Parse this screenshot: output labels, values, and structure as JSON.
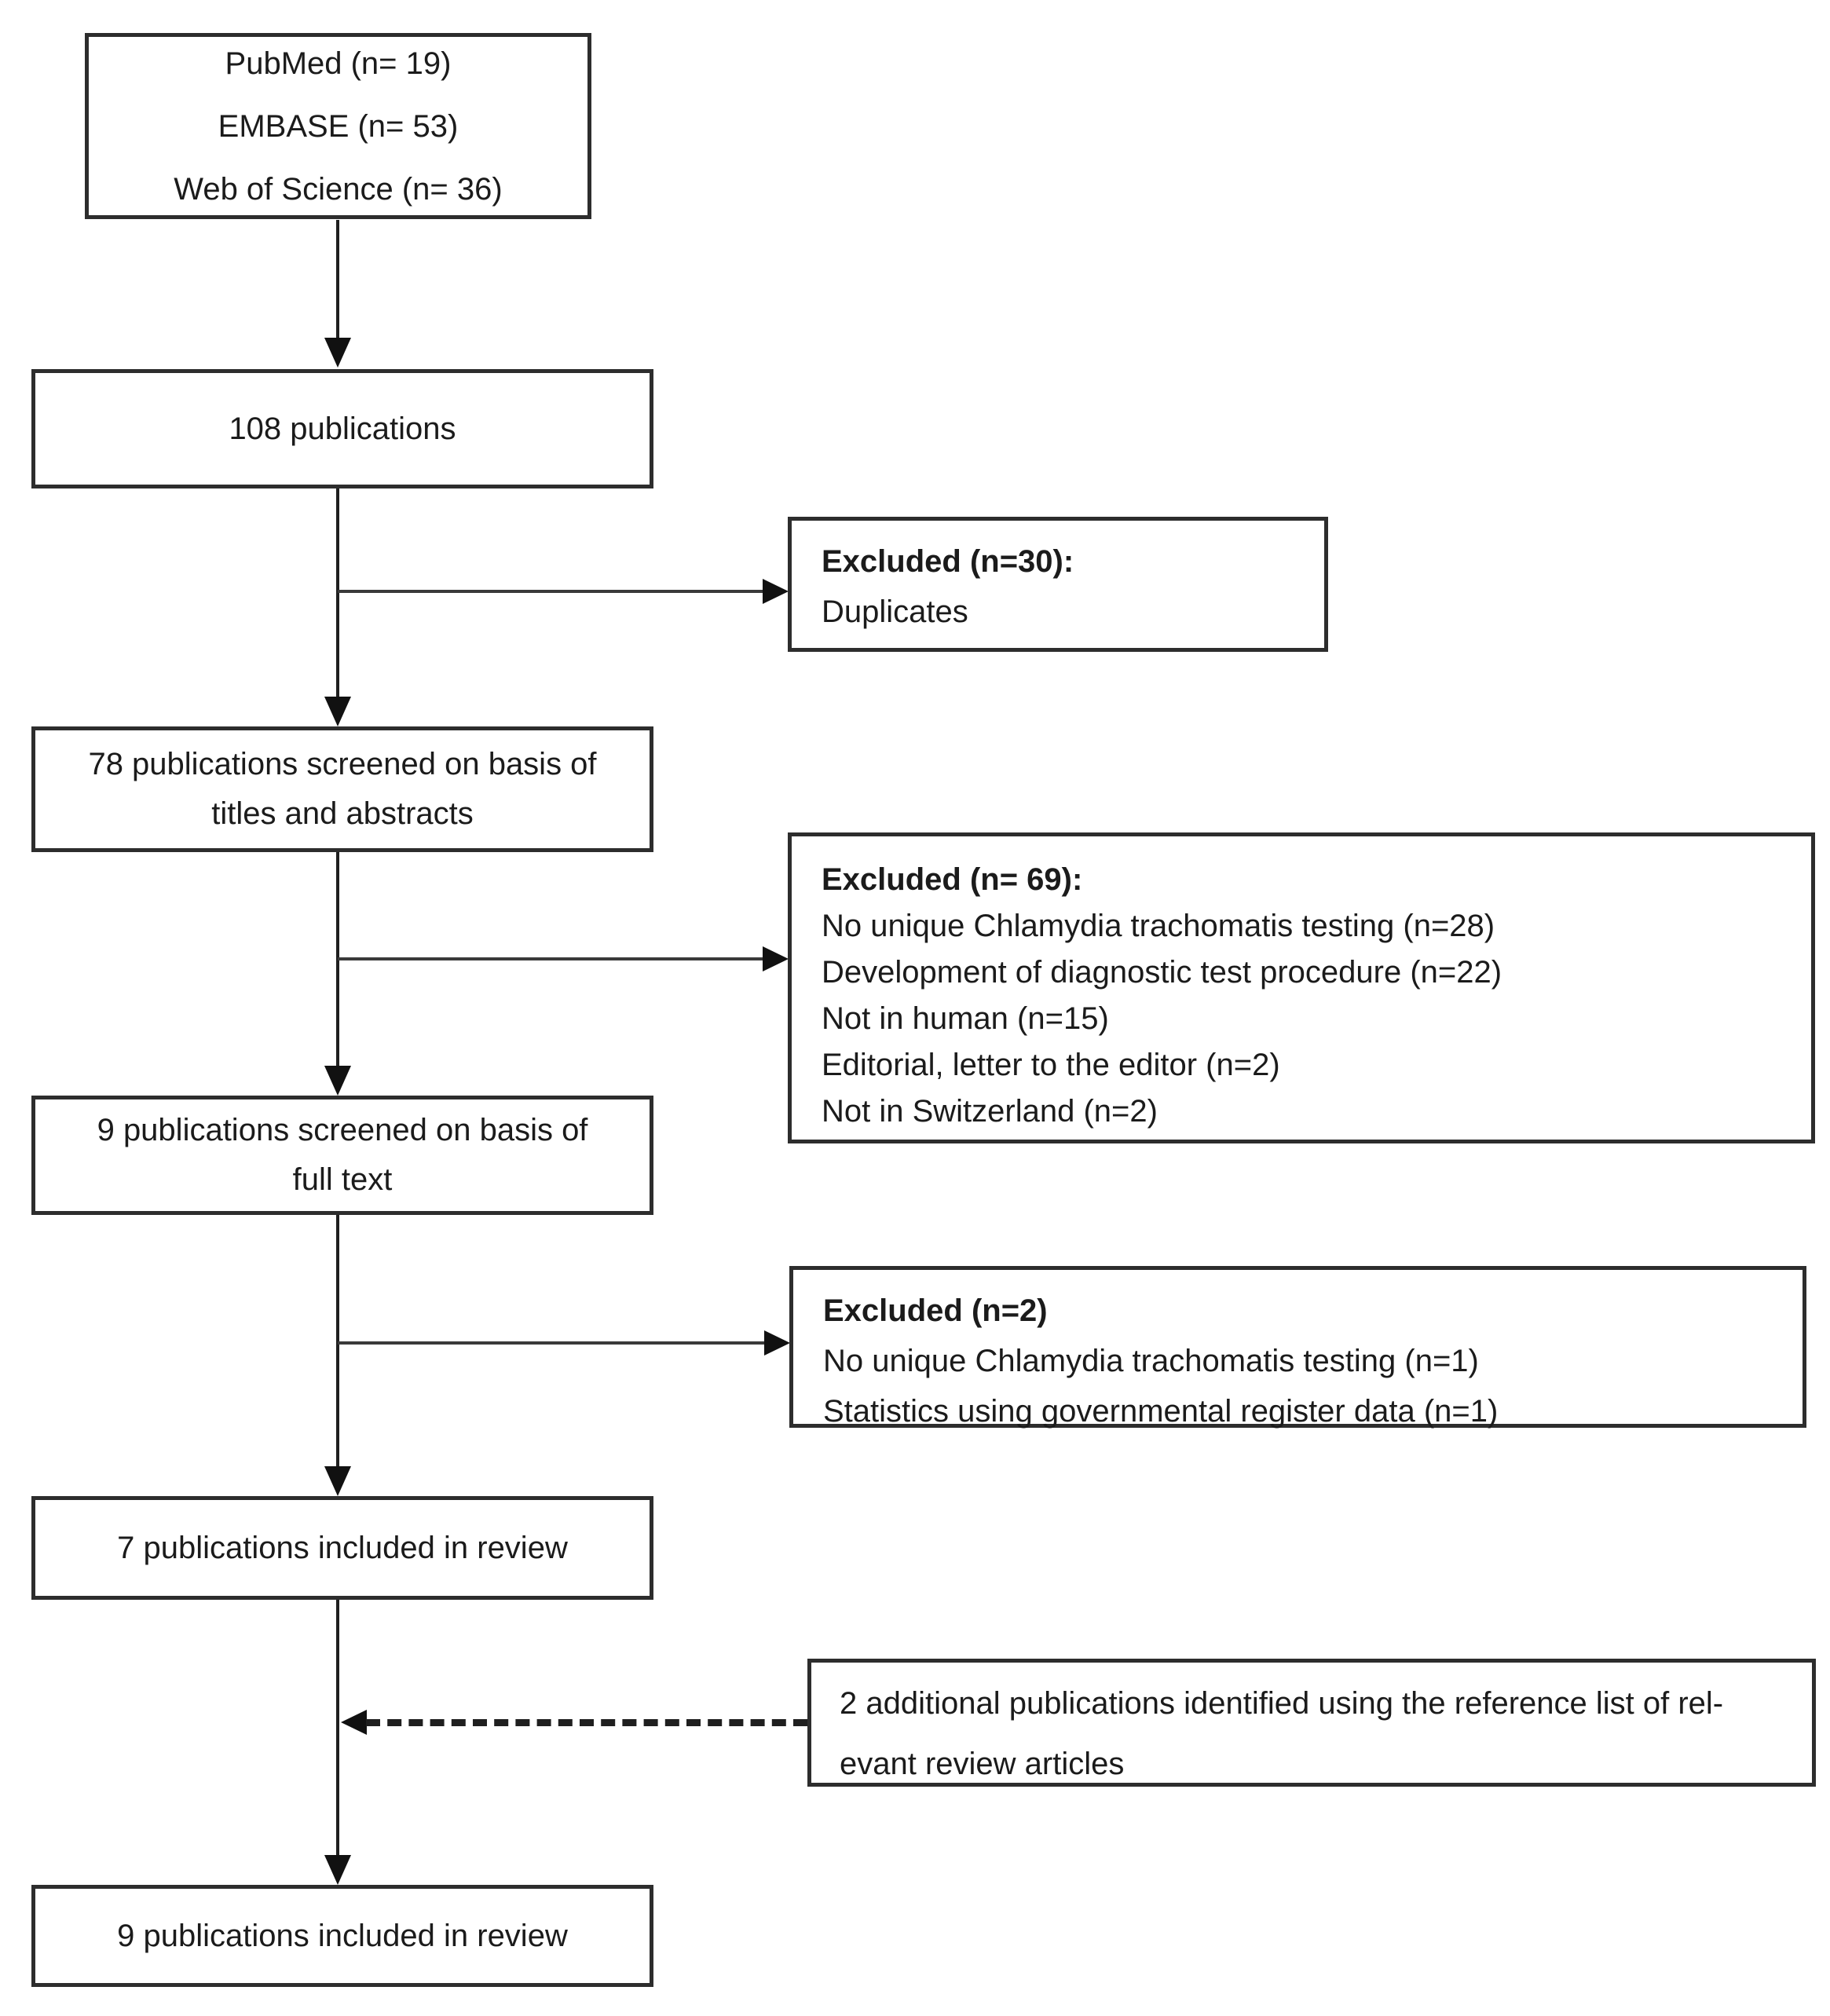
{
  "boxes": {
    "sources": {
      "lines": [
        "PubMed  (n= 19)",
        "EMBASE (n= 53)",
        "Web of Science  (n= 36)"
      ]
    },
    "identified": {
      "text": "108 publications"
    },
    "excluded_duplicates": {
      "title": "Excluded (n=30):",
      "items": [
        "Duplicates"
      ]
    },
    "screened_titles": {
      "lines": [
        "78 publications  screened on basis of",
        "titles and  abstracts"
      ]
    },
    "excluded_titles": {
      "title": "Excluded (n= 69):",
      "items": [
        "No unique  Chlamydia trachomatis testing (n=28)",
        "Development  of diagnostic test procedure  (n=22)",
        "Not in human  (n=15)",
        "Editorial,  letter to the editor (n=2)",
        "Not in Switzerland  (n=2)"
      ]
    },
    "screened_fulltext": {
      "lines": [
        "9 publications  screened on basis of",
        "full text"
      ]
    },
    "excluded_fulltext": {
      "title": "Excluded (n=2)",
      "items": [
        "No unique  Chlamydia trachomatis testing (n=1)",
        "Statistics using governmental  register data (n=1)"
      ]
    },
    "included_review": {
      "text": "7 publications  included  in review"
    },
    "additional_refs": {
      "lines": [
        "2 additional publications identified using the reference list of rel-",
        "evant review articles"
      ]
    },
    "final_included": {
      "text": "9 publications included in review"
    }
  }
}
